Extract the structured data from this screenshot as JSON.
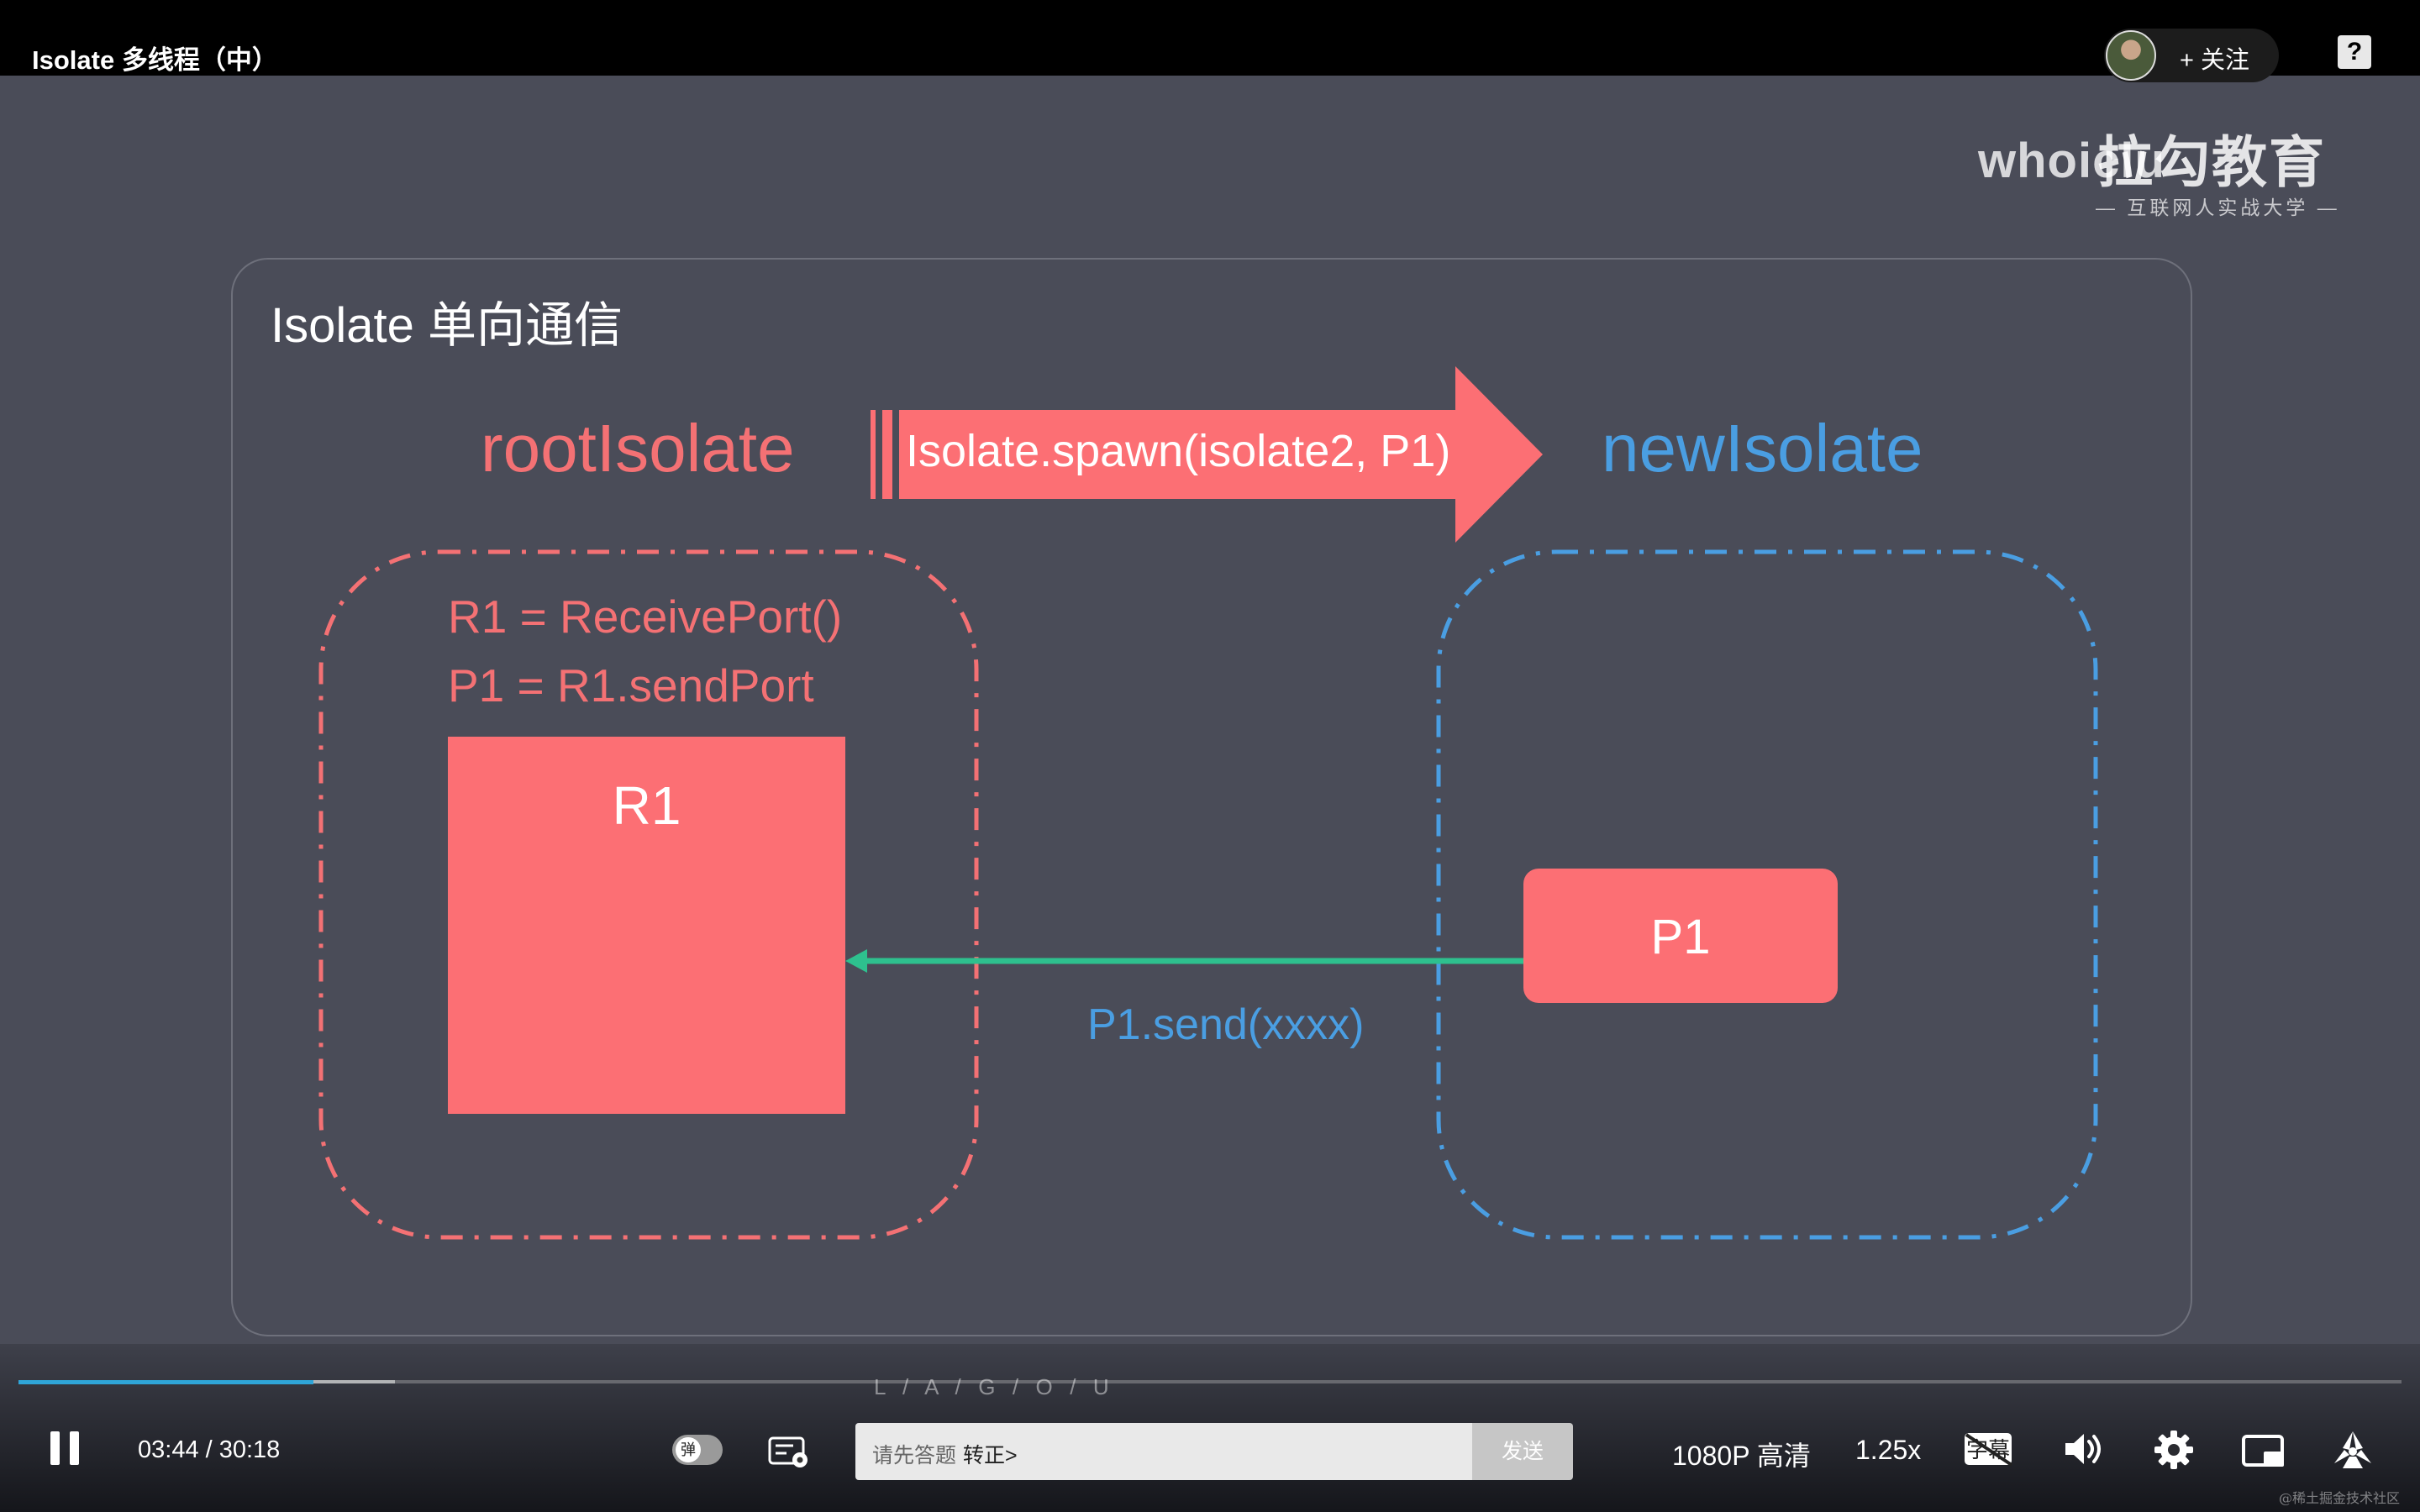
{
  "header": {
    "video_title": "Isolate 多线程（中）",
    "follow_label": "+ 关注",
    "help_icon": "?"
  },
  "watermark": {
    "user": "whoiclu",
    "brand": "拉勾教育",
    "sub": "— 互联网人实战大学 —"
  },
  "slide": {
    "title": "Isolate 单向通信",
    "root_isolate": "rootIsolate",
    "new_isolate": "newIsolate",
    "spawn_call": "Isolate.spawn(isolate2, P1)",
    "root_code": [
      "R1 = ReceivePort()",
      "P1 = R1.sendPort"
    ],
    "r1_label": "R1",
    "p1_label": "P1",
    "send_call": "P1.send(xxxx)",
    "colors": {
      "red": "#fc6f74",
      "blue": "#4a9ee2",
      "green": "#2ec08e"
    }
  },
  "player": {
    "progress_fraction": 0.1236,
    "time_display": "03:44 / 30:18",
    "lagou_strip": "L  /  A  /  G  /  O  /  U",
    "danmaku_toggle_label": "弹",
    "input_placeholder": "请先答题",
    "input_link": "转正>",
    "send_label": "发送",
    "quality": "1080P 高清",
    "speed": "1.25x",
    "subtitle_icon_label": "字幕"
  },
  "footer": {
    "credit": "@稀土掘金技术社区"
  }
}
